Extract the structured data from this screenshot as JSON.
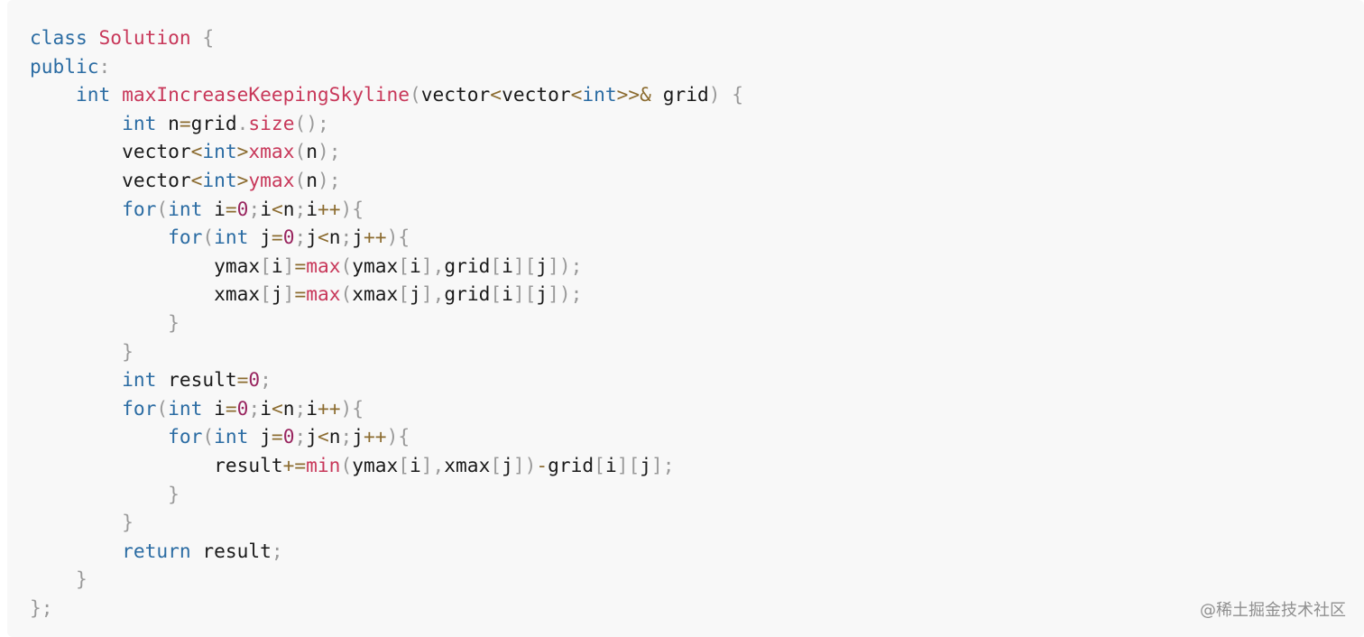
{
  "colors": {
    "keyword": "#2b6ca3",
    "function": "#c8385a",
    "number": "#99255f",
    "operator": "#8b6b2f",
    "punctuation": "#9a9a9a",
    "text": "#1a1a1a",
    "background": "#f8f8f8"
  },
  "code": {
    "language": "cpp",
    "lines": [
      [
        {
          "t": "class",
          "c": "kw"
        },
        {
          "t": " ",
          "c": "tx"
        },
        {
          "t": "Solution",
          "c": "fn"
        },
        {
          "t": " ",
          "c": "tx"
        },
        {
          "t": "{",
          "c": "pn"
        }
      ],
      [
        {
          "t": "public",
          "c": "kw"
        },
        {
          "t": ":",
          "c": "pn"
        }
      ],
      [
        {
          "t": "    ",
          "c": "tx"
        },
        {
          "t": "int",
          "c": "kw"
        },
        {
          "t": " ",
          "c": "tx"
        },
        {
          "t": "maxIncreaseKeepingSkyline",
          "c": "fn"
        },
        {
          "t": "(",
          "c": "pn"
        },
        {
          "t": "vector",
          "c": "tx"
        },
        {
          "t": "<",
          "c": "op"
        },
        {
          "t": "vector",
          "c": "tx"
        },
        {
          "t": "<",
          "c": "op"
        },
        {
          "t": "int",
          "c": "kw"
        },
        {
          "t": ">>&",
          "c": "op"
        },
        {
          "t": " grid",
          "c": "tx"
        },
        {
          "t": ")",
          "c": "pn"
        },
        {
          "t": " ",
          "c": "tx"
        },
        {
          "t": "{",
          "c": "pn"
        }
      ],
      [
        {
          "t": "        ",
          "c": "tx"
        },
        {
          "t": "int",
          "c": "kw"
        },
        {
          "t": " n",
          "c": "tx"
        },
        {
          "t": "=",
          "c": "op"
        },
        {
          "t": "grid",
          "c": "tx"
        },
        {
          "t": ".",
          "c": "pn"
        },
        {
          "t": "size",
          "c": "fn"
        },
        {
          "t": "();",
          "c": "pn"
        }
      ],
      [
        {
          "t": "        ",
          "c": "tx"
        },
        {
          "t": "vector",
          "c": "tx"
        },
        {
          "t": "<",
          "c": "op"
        },
        {
          "t": "int",
          "c": "kw"
        },
        {
          "t": ">",
          "c": "op"
        },
        {
          "t": "xmax",
          "c": "fn"
        },
        {
          "t": "(",
          "c": "pn"
        },
        {
          "t": "n",
          "c": "tx"
        },
        {
          "t": ");",
          "c": "pn"
        }
      ],
      [
        {
          "t": "        ",
          "c": "tx"
        },
        {
          "t": "vector",
          "c": "tx"
        },
        {
          "t": "<",
          "c": "op"
        },
        {
          "t": "int",
          "c": "kw"
        },
        {
          "t": ">",
          "c": "op"
        },
        {
          "t": "ymax",
          "c": "fn"
        },
        {
          "t": "(",
          "c": "pn"
        },
        {
          "t": "n",
          "c": "tx"
        },
        {
          "t": ");",
          "c": "pn"
        }
      ],
      [
        {
          "t": "        ",
          "c": "tx"
        },
        {
          "t": "for",
          "c": "kw"
        },
        {
          "t": "(",
          "c": "pn"
        },
        {
          "t": "int",
          "c": "kw"
        },
        {
          "t": " i",
          "c": "tx"
        },
        {
          "t": "=",
          "c": "op"
        },
        {
          "t": "0",
          "c": "num"
        },
        {
          "t": ";",
          "c": "pn"
        },
        {
          "t": "i",
          "c": "tx"
        },
        {
          "t": "<",
          "c": "op"
        },
        {
          "t": "n",
          "c": "tx"
        },
        {
          "t": ";",
          "c": "pn"
        },
        {
          "t": "i",
          "c": "tx"
        },
        {
          "t": "++",
          "c": "op"
        },
        {
          "t": "){",
          "c": "pn"
        }
      ],
      [
        {
          "t": "            ",
          "c": "tx"
        },
        {
          "t": "for",
          "c": "kw"
        },
        {
          "t": "(",
          "c": "pn"
        },
        {
          "t": "int",
          "c": "kw"
        },
        {
          "t": " j",
          "c": "tx"
        },
        {
          "t": "=",
          "c": "op"
        },
        {
          "t": "0",
          "c": "num"
        },
        {
          "t": ";",
          "c": "pn"
        },
        {
          "t": "j",
          "c": "tx"
        },
        {
          "t": "<",
          "c": "op"
        },
        {
          "t": "n",
          "c": "tx"
        },
        {
          "t": ";",
          "c": "pn"
        },
        {
          "t": "j",
          "c": "tx"
        },
        {
          "t": "++",
          "c": "op"
        },
        {
          "t": "){",
          "c": "pn"
        }
      ],
      [
        {
          "t": "                ",
          "c": "tx"
        },
        {
          "t": "ymax",
          "c": "tx"
        },
        {
          "t": "[",
          "c": "pn"
        },
        {
          "t": "i",
          "c": "tx"
        },
        {
          "t": "]",
          "c": "pn"
        },
        {
          "t": "=",
          "c": "op"
        },
        {
          "t": "max",
          "c": "fn"
        },
        {
          "t": "(",
          "c": "pn"
        },
        {
          "t": "ymax",
          "c": "tx"
        },
        {
          "t": "[",
          "c": "pn"
        },
        {
          "t": "i",
          "c": "tx"
        },
        {
          "t": "],",
          "c": "pn"
        },
        {
          "t": "grid",
          "c": "tx"
        },
        {
          "t": "[",
          "c": "pn"
        },
        {
          "t": "i",
          "c": "tx"
        },
        {
          "t": "][",
          "c": "pn"
        },
        {
          "t": "j",
          "c": "tx"
        },
        {
          "t": "]);",
          "c": "pn"
        }
      ],
      [
        {
          "t": "                ",
          "c": "tx"
        },
        {
          "t": "xmax",
          "c": "tx"
        },
        {
          "t": "[",
          "c": "pn"
        },
        {
          "t": "j",
          "c": "tx"
        },
        {
          "t": "]",
          "c": "pn"
        },
        {
          "t": "=",
          "c": "op"
        },
        {
          "t": "max",
          "c": "fn"
        },
        {
          "t": "(",
          "c": "pn"
        },
        {
          "t": "xmax",
          "c": "tx"
        },
        {
          "t": "[",
          "c": "pn"
        },
        {
          "t": "j",
          "c": "tx"
        },
        {
          "t": "],",
          "c": "pn"
        },
        {
          "t": "grid",
          "c": "tx"
        },
        {
          "t": "[",
          "c": "pn"
        },
        {
          "t": "i",
          "c": "tx"
        },
        {
          "t": "][",
          "c": "pn"
        },
        {
          "t": "j",
          "c": "tx"
        },
        {
          "t": "]);",
          "c": "pn"
        }
      ],
      [
        {
          "t": "            ",
          "c": "tx"
        },
        {
          "t": "}",
          "c": "pn"
        }
      ],
      [
        {
          "t": "        ",
          "c": "tx"
        },
        {
          "t": "}",
          "c": "pn"
        }
      ],
      [
        {
          "t": "        ",
          "c": "tx"
        },
        {
          "t": "int",
          "c": "kw"
        },
        {
          "t": " result",
          "c": "tx"
        },
        {
          "t": "=",
          "c": "op"
        },
        {
          "t": "0",
          "c": "num"
        },
        {
          "t": ";",
          "c": "pn"
        }
      ],
      [
        {
          "t": "        ",
          "c": "tx"
        },
        {
          "t": "for",
          "c": "kw"
        },
        {
          "t": "(",
          "c": "pn"
        },
        {
          "t": "int",
          "c": "kw"
        },
        {
          "t": " i",
          "c": "tx"
        },
        {
          "t": "=",
          "c": "op"
        },
        {
          "t": "0",
          "c": "num"
        },
        {
          "t": ";",
          "c": "pn"
        },
        {
          "t": "i",
          "c": "tx"
        },
        {
          "t": "<",
          "c": "op"
        },
        {
          "t": "n",
          "c": "tx"
        },
        {
          "t": ";",
          "c": "pn"
        },
        {
          "t": "i",
          "c": "tx"
        },
        {
          "t": "++",
          "c": "op"
        },
        {
          "t": "){",
          "c": "pn"
        }
      ],
      [
        {
          "t": "            ",
          "c": "tx"
        },
        {
          "t": "for",
          "c": "kw"
        },
        {
          "t": "(",
          "c": "pn"
        },
        {
          "t": "int",
          "c": "kw"
        },
        {
          "t": " j",
          "c": "tx"
        },
        {
          "t": "=",
          "c": "op"
        },
        {
          "t": "0",
          "c": "num"
        },
        {
          "t": ";",
          "c": "pn"
        },
        {
          "t": "j",
          "c": "tx"
        },
        {
          "t": "<",
          "c": "op"
        },
        {
          "t": "n",
          "c": "tx"
        },
        {
          "t": ";",
          "c": "pn"
        },
        {
          "t": "j",
          "c": "tx"
        },
        {
          "t": "++",
          "c": "op"
        },
        {
          "t": "){",
          "c": "pn"
        }
      ],
      [
        {
          "t": "                ",
          "c": "tx"
        },
        {
          "t": "result",
          "c": "tx"
        },
        {
          "t": "+=",
          "c": "op"
        },
        {
          "t": "min",
          "c": "fn"
        },
        {
          "t": "(",
          "c": "pn"
        },
        {
          "t": "ymax",
          "c": "tx"
        },
        {
          "t": "[",
          "c": "pn"
        },
        {
          "t": "i",
          "c": "tx"
        },
        {
          "t": "],",
          "c": "pn"
        },
        {
          "t": "xmax",
          "c": "tx"
        },
        {
          "t": "[",
          "c": "pn"
        },
        {
          "t": "j",
          "c": "tx"
        },
        {
          "t": "])",
          "c": "pn"
        },
        {
          "t": "-",
          "c": "op"
        },
        {
          "t": "grid",
          "c": "tx"
        },
        {
          "t": "[",
          "c": "pn"
        },
        {
          "t": "i",
          "c": "tx"
        },
        {
          "t": "][",
          "c": "pn"
        },
        {
          "t": "j",
          "c": "tx"
        },
        {
          "t": "];",
          "c": "pn"
        }
      ],
      [
        {
          "t": "            ",
          "c": "tx"
        },
        {
          "t": "}",
          "c": "pn"
        }
      ],
      [
        {
          "t": "        ",
          "c": "tx"
        },
        {
          "t": "}",
          "c": "pn"
        }
      ],
      [
        {
          "t": "        ",
          "c": "tx"
        },
        {
          "t": "return",
          "c": "kw"
        },
        {
          "t": " result",
          "c": "tx"
        },
        {
          "t": ";",
          "c": "pn"
        }
      ],
      [
        {
          "t": "    ",
          "c": "tx"
        },
        {
          "t": "}",
          "c": "pn"
        }
      ],
      [
        {
          "t": "};",
          "c": "pn"
        }
      ]
    ]
  },
  "watermark": "@稀土掘金技术社区"
}
